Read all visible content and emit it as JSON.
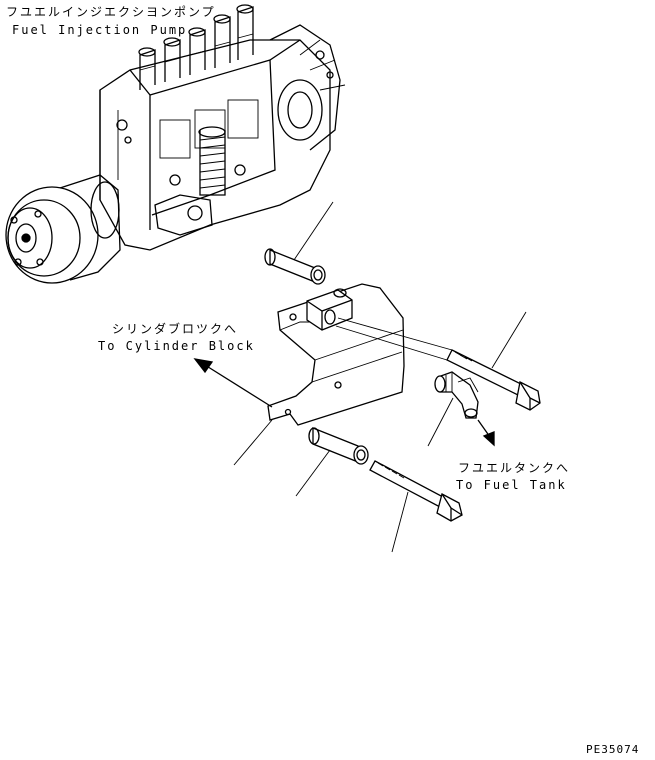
{
  "labels": {
    "pump_jp": "フユエルインジエクシヨンポンプ",
    "pump_en": "Fuel Injection Pump",
    "cyl_jp": "シリンダブロツクへ",
    "cyl_en": "To Cylinder Block",
    "tank_jp": "フユエルタンクへ",
    "tank_en": "To Fuel Tank",
    "code": "PE35074"
  },
  "colors": {
    "line": "#000000",
    "background": "#ffffff"
  }
}
